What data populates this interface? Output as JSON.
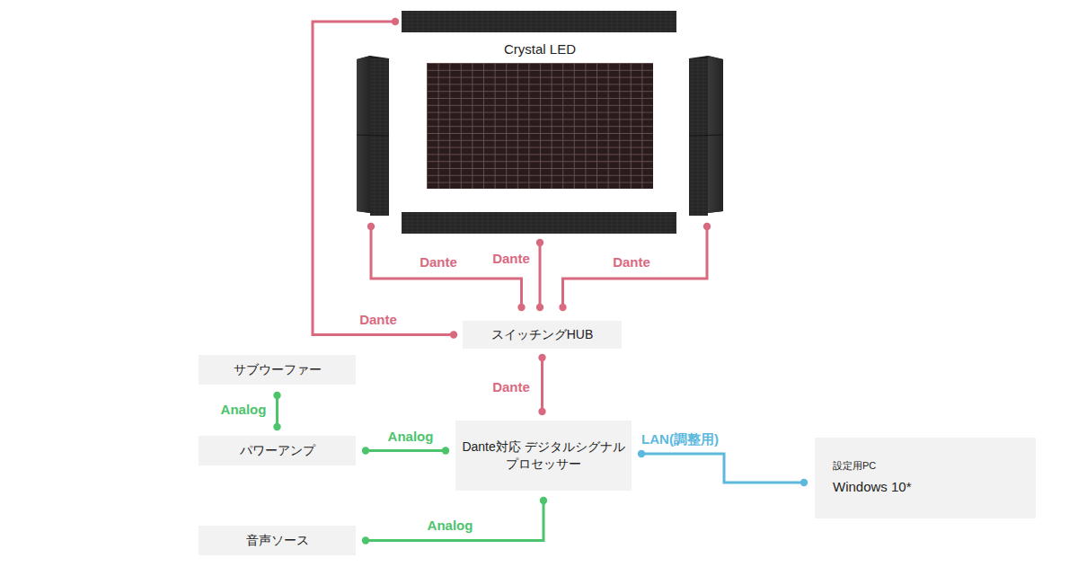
{
  "diagram": {
    "nodes": [
      {
        "text": [
          "Crystal LED"
        ]
      },
      {
        "text": [
          "スイッチングHUB"
        ]
      },
      {
        "text": [
          "サブウーファー"
        ]
      },
      {
        "text": [
          "パワーアンプ"
        ]
      },
      {
        "text": [
          "Dante対応 デジタルシグナル プロセッサー"
        ]
      },
      {
        "text": [
          "設定用PC",
          "Windows 10*"
        ]
      },
      {
        "text": [
          "音声ソース"
        ]
      }
    ],
    "edges": [
      {
        "from": 0,
        "to": 1,
        "label": "Dante",
        "arrow": "none"
      },
      {
        "from": 0,
        "to": 1,
        "label": "Dante",
        "arrow": "none"
      },
      {
        "from": 0,
        "to": 1,
        "label": "Dante",
        "arrow": "none"
      },
      {
        "from": 0,
        "to": 1,
        "label": "Dante",
        "arrow": "none"
      },
      {
        "from": 1,
        "to": 4,
        "label": "Dante",
        "arrow": "none"
      },
      {
        "from": 2,
        "to": 3,
        "label": "Analog",
        "arrow": "none"
      },
      {
        "from": 4,
        "to": 3,
        "label": "Analog",
        "arrow": "none"
      },
      {
        "from": 6,
        "to": 4,
        "label": "Analog",
        "arrow": "none"
      },
      {
        "from": 4,
        "to": 5,
        "label": "LAN(調整用)",
        "arrow": "none"
      }
    ]
  }
}
